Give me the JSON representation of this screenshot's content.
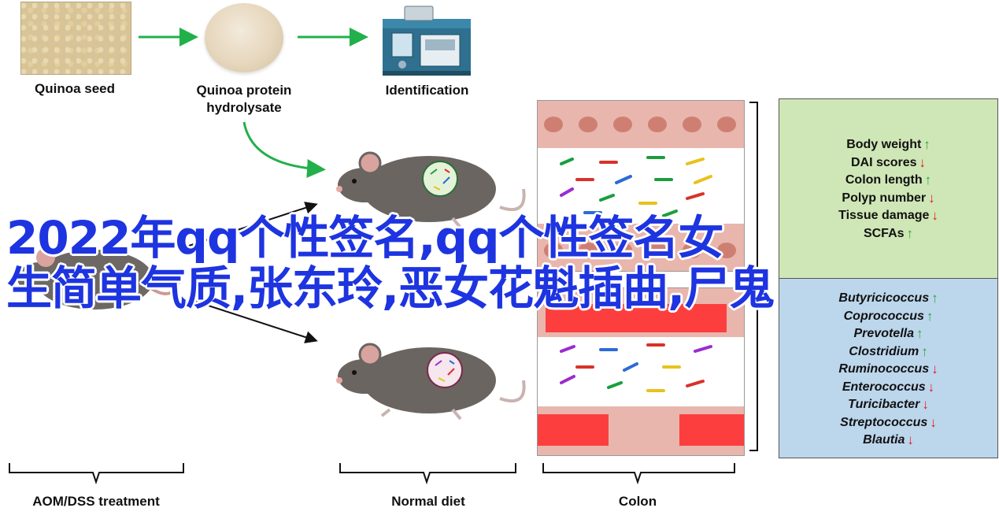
{
  "pipeline": {
    "step1": "Quinoa seed",
    "step2_line1": "Quinoa protein",
    "step2_line2": "hydrolysate",
    "step3": "Identification"
  },
  "overlay_text": {
    "line1": "2022年qq个性签名,qq个性签名女",
    "line2": "生简单气质,张东玲,恶女花魁插曲,尸鬼"
  },
  "outcomes": [
    {
      "label": "Body weight",
      "dir": "up"
    },
    {
      "label": "DAI scores",
      "dir": "down"
    },
    {
      "label": "Colon length",
      "dir": "up"
    },
    {
      "label": "Polyp number",
      "dir": "down"
    },
    {
      "label": "Tissue damage",
      "dir": "down"
    },
    {
      "label": "SCFAs",
      "dir": "up"
    }
  ],
  "bacteria": [
    {
      "label": "Butyricicoccus",
      "dir": "up"
    },
    {
      "label": "Coprococcus",
      "dir": "up"
    },
    {
      "label": "Prevotella",
      "dir": "up"
    },
    {
      "label": "Clostridium",
      "dir": "up"
    },
    {
      "label": "Ruminococcus",
      "dir": "down"
    },
    {
      "label": "Enterococcus",
      "dir": "down"
    },
    {
      "label": "Turicibacter",
      "dir": "down"
    },
    {
      "label": "Streptococcus",
      "dir": "down"
    },
    {
      "label": "Blautia",
      "dir": "down"
    }
  ],
  "bottom_labels": {
    "left": "AOM/DSS treatment",
    "middle": "Normal diet",
    "right": "Colon"
  },
  "arrow_up_glyph": "↑",
  "arrow_down_glyph": "↓",
  "colors": {
    "green_arrow": "#22b04b",
    "up_arrow": "#2aa83a",
    "down_arrow": "#e01e1e",
    "outcome_panel": "#cfe6b6",
    "bacteria_panel": "#bcd6ec",
    "overlay_text": "#1d34e0"
  }
}
